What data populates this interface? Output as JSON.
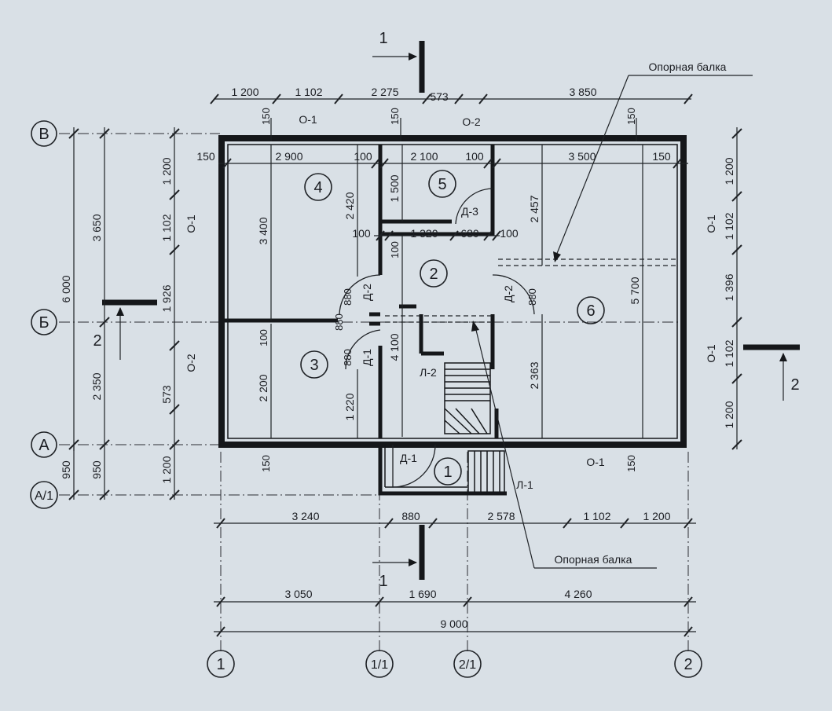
{
  "axes": {
    "vertical": [
      "1",
      "1/1",
      "2/1",
      "2"
    ],
    "horizontal": [
      "В",
      "Б",
      "А",
      "А/1"
    ]
  },
  "section_marks": {
    "s1": "1",
    "s2": "2"
  },
  "rooms": [
    "4",
    "5",
    "2",
    "6",
    "3",
    "1"
  ],
  "windows": {
    "o1": "О-1",
    "o2": "О-2"
  },
  "doors": {
    "d1": "Д-1",
    "d2": "Д-2",
    "d3": "Д-3"
  },
  "stairs": {
    "l1": "Л-1",
    "l2": "Л-2"
  },
  "beam_label": "Опорная балка",
  "dims_top": [
    "1 200",
    "1 102",
    "2 275",
    "573",
    "3 850"
  ],
  "dims_inner_top": [
    "150",
    "2 900",
    "100",
    "2 100",
    "100",
    "3 500",
    "150"
  ],
  "dims_inner_mid": [
    "100",
    "1 320",
    "680",
    "100"
  ],
  "dims_bottom_1": [
    "3 240",
    "880",
    "2 578",
    "1 102",
    "1 200"
  ],
  "dims_bottom_2": [
    "3 050",
    "1 690",
    "4 260"
  ],
  "dims_total": "9 000",
  "dims_left_total": "6 000",
  "dims_left_2": [
    "3 650",
    "2 350",
    "950"
  ],
  "dims_left_3": [
    "1 200",
    "1 102",
    "1 926",
    "573",
    "1 200"
  ],
  "dims_left_950": "950",
  "dims_right": [
    "1 200",
    "1 102",
    "1 396",
    "1 102",
    "1 200"
  ],
  "wall_150": "150",
  "wall_100": "100",
  "dims_vertical_inner": [
    "3 400",
    "2 420",
    "1 500",
    "2 457",
    "5 700",
    "880",
    "880",
    "4 100",
    "2 200",
    "1 220",
    "2 363",
    "880",
    "880"
  ]
}
